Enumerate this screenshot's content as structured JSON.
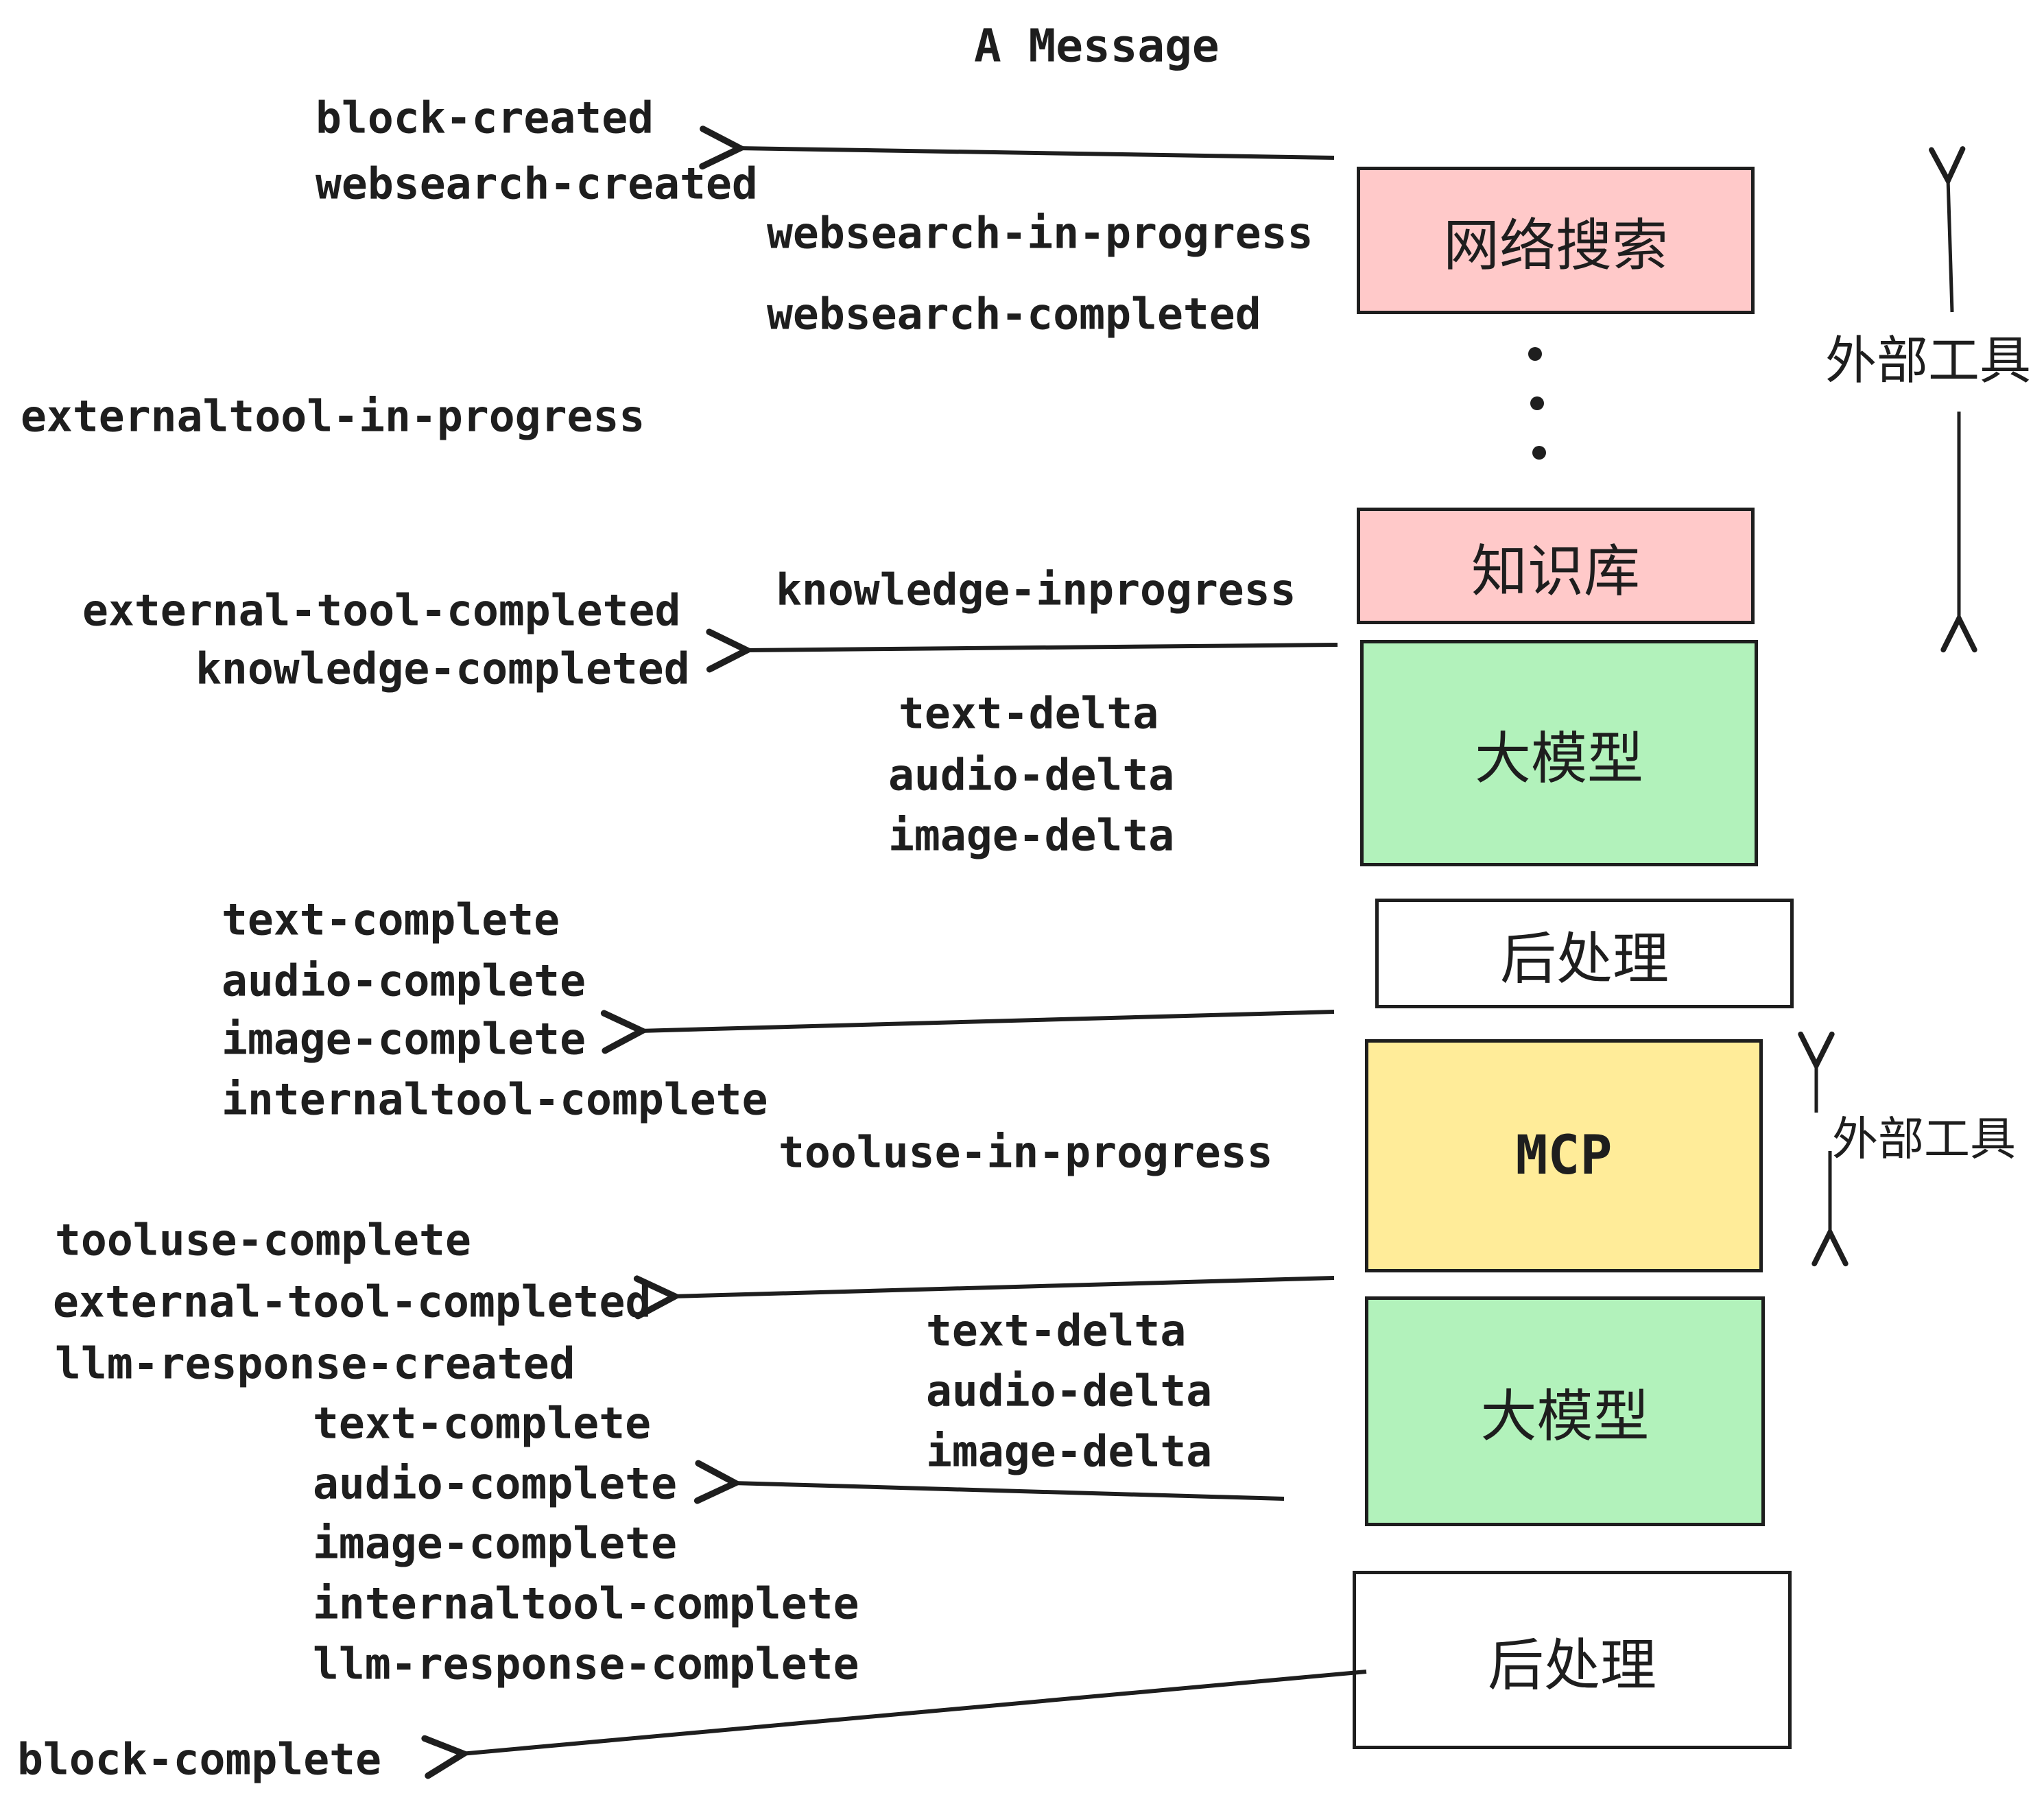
{
  "title": "A Message",
  "colors": {
    "ink": "#1e1e1e",
    "pink": "#ffc9c9",
    "green": "#b2f2bb",
    "yellow": "#ffec99",
    "white": "#ffffff"
  },
  "boxes": [
    {
      "id": "websearch",
      "label": "网络搜索",
      "color": "#ffc9c9"
    },
    {
      "id": "knowledge",
      "label": "知识库",
      "color": "#ffc9c9"
    },
    {
      "id": "llm1",
      "label": "大模型",
      "color": "#b2f2bb"
    },
    {
      "id": "post1",
      "label": "后处理",
      "color": "#ffffff"
    },
    {
      "id": "mcp",
      "label": "MCP",
      "color": "#ffec99"
    },
    {
      "id": "llm2",
      "label": "大模型",
      "color": "#b2f2bb"
    },
    {
      "id": "post2",
      "label": "后处理",
      "color": "#ffffff"
    }
  ],
  "external_tool_labels": [
    {
      "label": "外部工具"
    },
    {
      "label": "外部工具"
    }
  ],
  "events": [
    {
      "id": "block-created",
      "label": "block-created"
    },
    {
      "id": "websearch-created",
      "label": "websearch-created"
    },
    {
      "id": "websearch-in-progress",
      "label": "websearch-in-progress"
    },
    {
      "id": "websearch-completed",
      "label": "websearch-completed"
    },
    {
      "id": "externaltool-in-progress",
      "label": "externaltool-in-progress"
    },
    {
      "id": "knowledge-inprogress",
      "label": "knowledge-inprogress"
    },
    {
      "id": "external-tool-completed-1",
      "label": "external-tool-completed"
    },
    {
      "id": "knowledge-completed",
      "label": "knowledge-completed"
    },
    {
      "id": "text-delta-1",
      "label": "text-delta"
    },
    {
      "id": "audio-delta-1",
      "label": "audio-delta"
    },
    {
      "id": "image-delta-1",
      "label": "image-delta"
    },
    {
      "id": "text-complete-1",
      "label": "text-complete"
    },
    {
      "id": "audio-complete-1",
      "label": "audio-complete"
    },
    {
      "id": "image-complete-1",
      "label": "image-complete"
    },
    {
      "id": "internaltool-complete-1",
      "label": "internaltool-complete"
    },
    {
      "id": "tooluse-in-progress",
      "label": "tooluse-in-progress"
    },
    {
      "id": "tooluse-complete",
      "label": "tooluse-complete"
    },
    {
      "id": "external-tool-completed-2",
      "label": "external-tool-completed"
    },
    {
      "id": "llm-response-created",
      "label": "llm-response-created"
    },
    {
      "id": "text-delta-2",
      "label": "text-delta"
    },
    {
      "id": "audio-delta-2",
      "label": "audio-delta"
    },
    {
      "id": "image-delta-2",
      "label": "image-delta"
    },
    {
      "id": "text-complete-2",
      "label": "text-complete"
    },
    {
      "id": "audio-complete-2",
      "label": "audio-complete"
    },
    {
      "id": "image-complete-2",
      "label": "image-complete"
    },
    {
      "id": "internaltool-complete-2",
      "label": "internaltool-complete"
    },
    {
      "id": "llm-response-complete",
      "label": "llm-response-complete"
    },
    {
      "id": "block-complete",
      "label": "block-complete"
    }
  ]
}
